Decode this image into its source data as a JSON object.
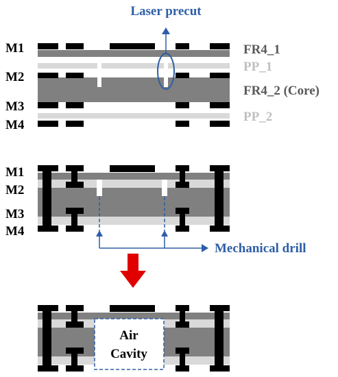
{
  "colors": {
    "blue": "#2e5ea6",
    "black": "#000000",
    "dark_gray": "#808080",
    "light_gray": "#d9d9d9",
    "white": "#ffffff",
    "red": "#e00000",
    "label_dark": "#595959",
    "label_light": "#bfbfbf"
  },
  "labels": {
    "laser_precut": "Laser precut",
    "mechanical_drill": "Mechanical drill",
    "air_cavity_line1": "Air",
    "air_cavity_line2": "Cavity"
  },
  "layers": {
    "m1": "M1",
    "m2": "M2",
    "m3": "M3",
    "m4": "M4",
    "fr4_1": "FR4_1",
    "pp_1": "PP_1",
    "fr4_2": "FR4_2 (Core)",
    "pp_2": "PP_2"
  }
}
